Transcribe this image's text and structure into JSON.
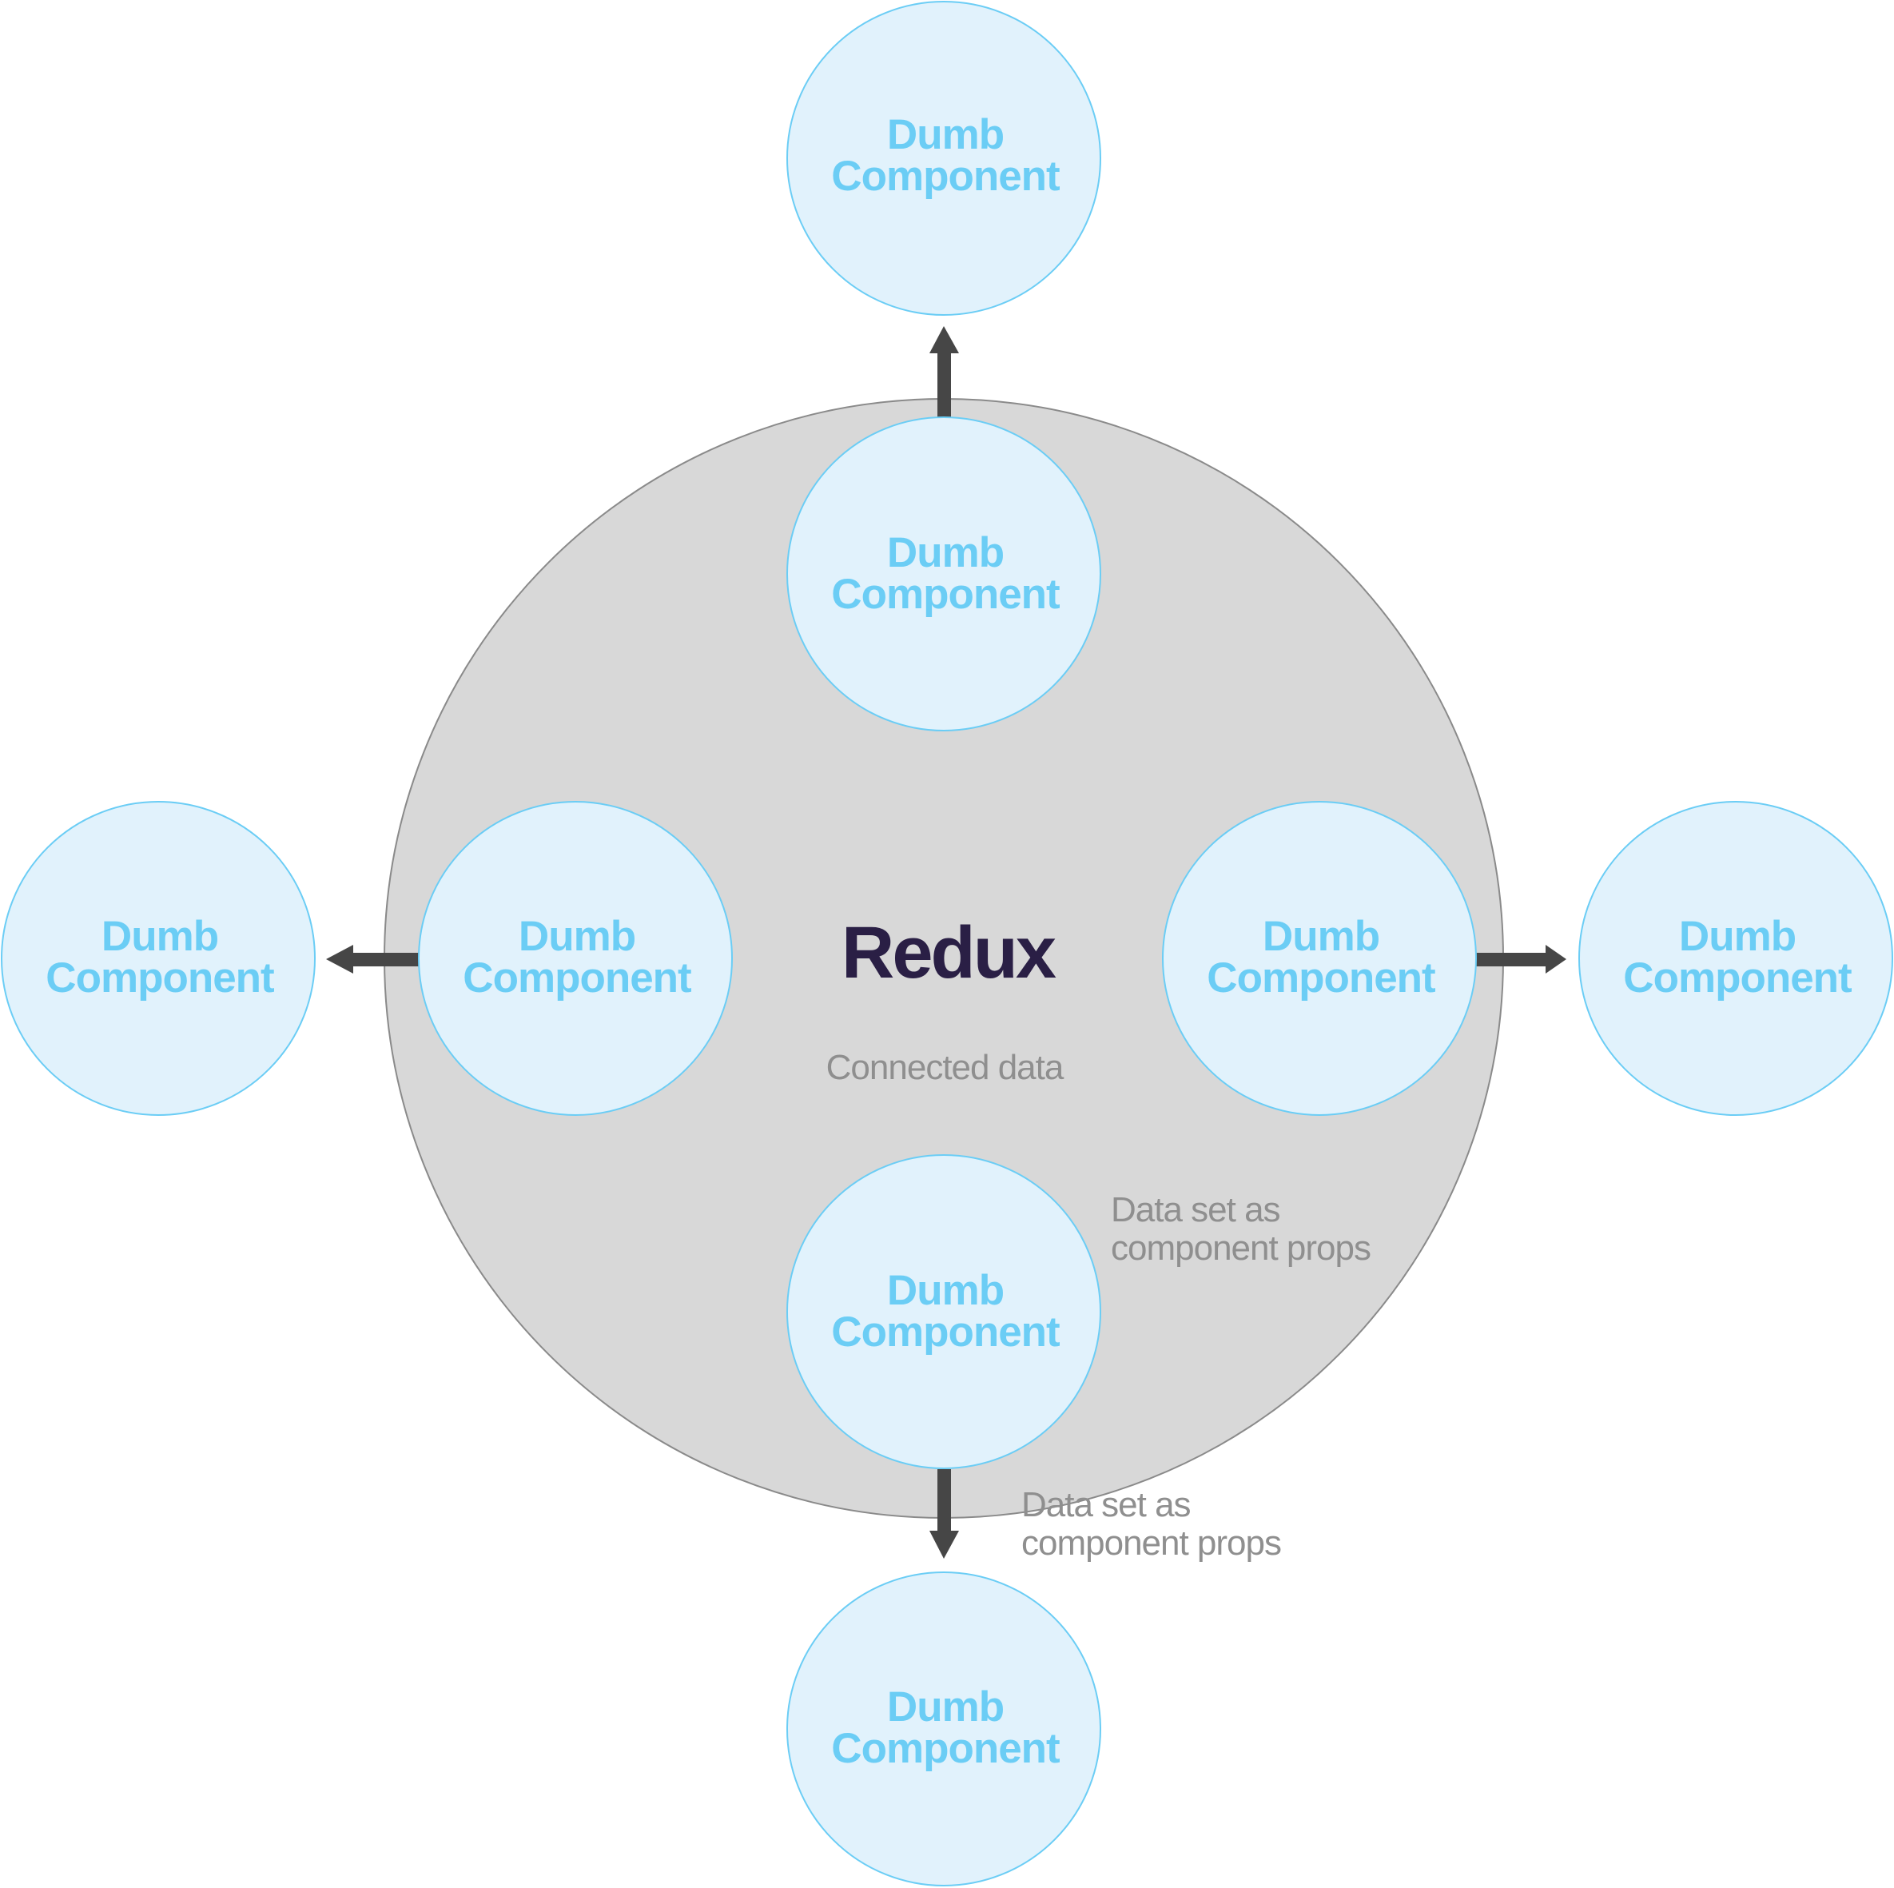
{
  "diagram": {
    "title": "Redux",
    "subtitle": "Connected data",
    "component_line1": "Dumb",
    "component_line2": "Component",
    "note_inner_line1": "Data set as",
    "note_inner_line2": "component props",
    "note_outer_line1": "Data set as",
    "note_outer_line2": "component props"
  },
  "colors": {
    "store_fill": "#d8d8d8",
    "store_stroke": "#8a8a8a",
    "component_fill": "#e1f2fc",
    "component_stroke": "#6bcdf5",
    "component_text": "#6bcdf5",
    "title_text": "#2a1f45",
    "note_text": "#8f8f8f",
    "arrow": "#464646"
  }
}
